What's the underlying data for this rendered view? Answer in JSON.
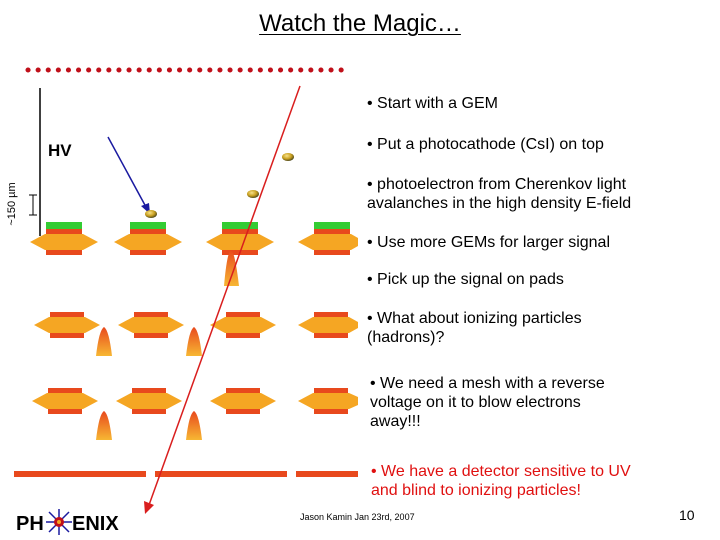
{
  "title": "Watch the Magic…",
  "hv_label": "HV",
  "scale_label": "~150 µm",
  "bullets": [
    {
      "text": "• Start with a GEM",
      "lines": [
        "• Start with a GEM"
      ]
    },
    {
      "text": "• Put a photocathode (CsI) on top",
      "lines": [
        "• Put a photocathode (CsI) on top"
      ]
    },
    {
      "text": "• photoelectron from Cherenkov light avalanches in the high density E-field",
      "lines": [
        "• photoelectron from Cherenkov light",
        "avalanches in the high density E-field"
      ]
    },
    {
      "text": "• Use more GEMs for larger signal",
      "lines": [
        "• Use more GEMs for larger signal"
      ]
    },
    {
      "text": "• Pick up the signal on pads",
      "lines": [
        "• Pick up the signal on pads"
      ]
    },
    {
      "text": "• What about ionizing particles (hadrons)?",
      "lines": [
        "• What about ionizing particles",
        "(hadrons)?"
      ]
    },
    {
      "text": "• We need a mesh with a reverse voltage on it to blow electrons away!!!",
      "lines": [
        "• We need a mesh with a reverse",
        "voltage on it to blow electrons",
        "away!!!"
      ]
    },
    {
      "text": "• We have a detector sensitive to UV and blind to ionizing particles!",
      "lines": [
        "• We have a detector sensitive to UV",
        "and blind to ionizing particles!"
      ]
    }
  ],
  "footer": "Jason Kamin Jan 23rd, 2007",
  "page_number": "10",
  "logo": {
    "left": "PH",
    "right": "ENIX"
  },
  "colors": {
    "mesh_dots": "#c0101a",
    "gem_body": "#f5a623",
    "gem_electrode": "#e8491d",
    "photocathode": "#33cc33",
    "pads": "#e8491d",
    "cherenkov_track": "#d91e1e",
    "photoelectron_track": "#1a1aa0",
    "hv_line": "#000000"
  }
}
